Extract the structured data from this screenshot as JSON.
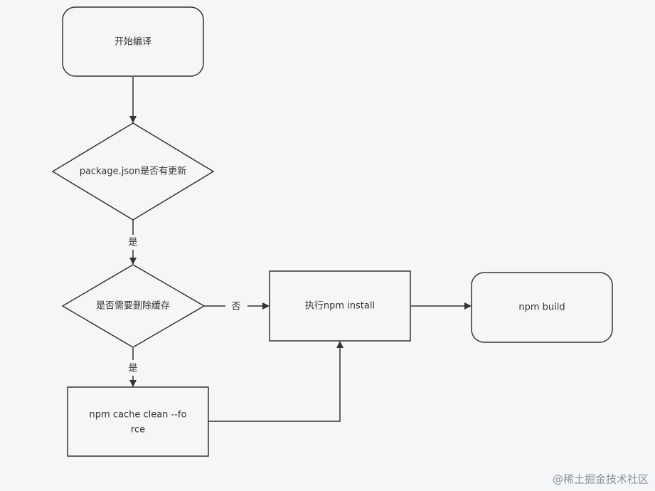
{
  "nodes": {
    "start": {
      "text": "开始编译"
    },
    "check_package": {
      "text": "package.json是否有更新"
    },
    "check_cache": {
      "text": "是否需要删除缓存"
    },
    "npm_install": {
      "text": "执行npm install"
    },
    "npm_build": {
      "text": "npm build"
    },
    "cache_clean": {
      "line1": "npm cache clean --fo",
      "line2": "rce"
    }
  },
  "edges": {
    "package_yes": {
      "label": "是"
    },
    "cache_yes": {
      "label": "是"
    },
    "cache_no": {
      "label": "否"
    }
  },
  "watermark": "@稀土掘金技术社区",
  "colors": {
    "stroke": "#333333",
    "background": "#f4f6f8",
    "text": "#333333"
  }
}
